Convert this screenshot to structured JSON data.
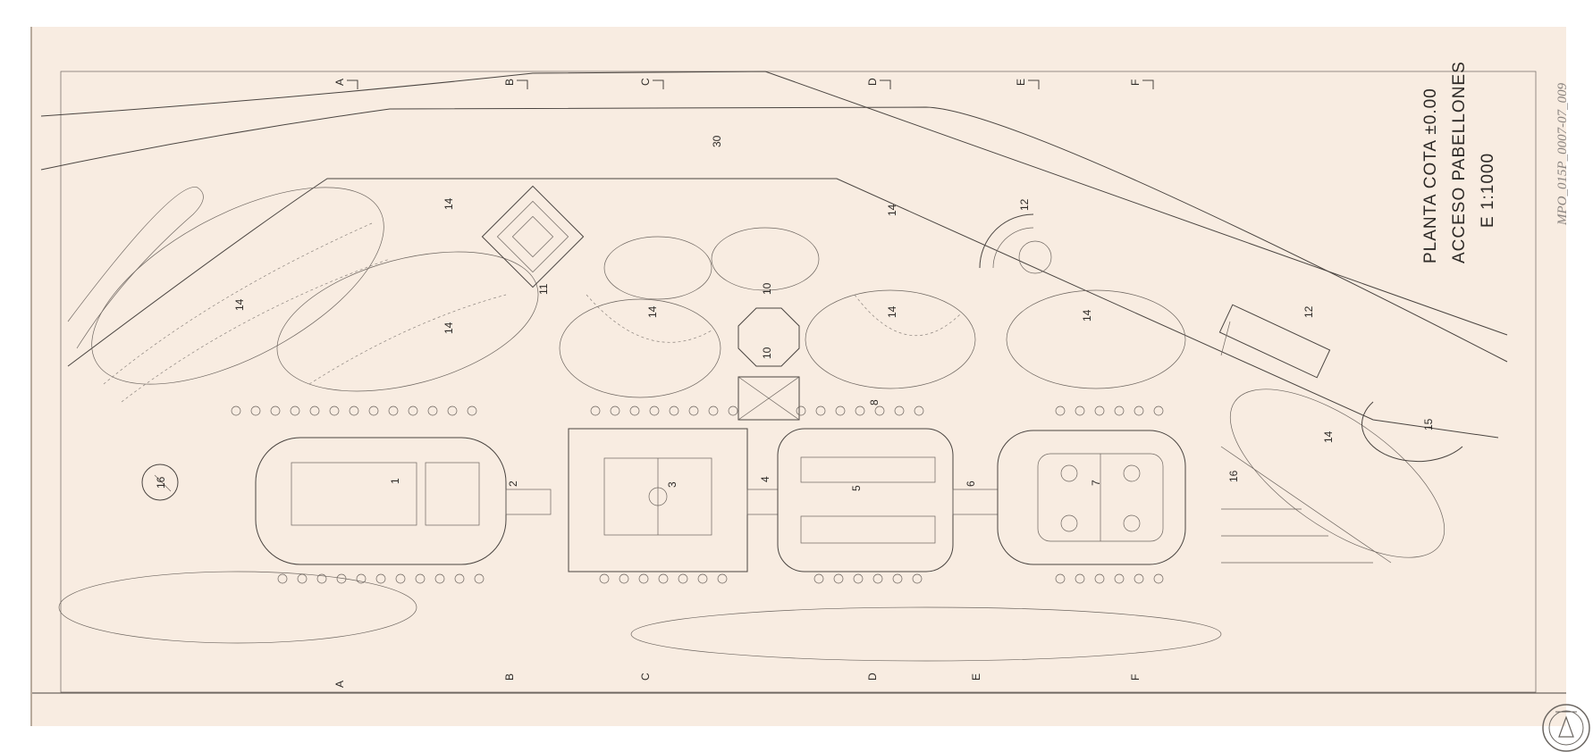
{
  "title_block": {
    "line1": "PLANTA  COTA  ±0.00",
    "line2": "ACCESO  PABELLONES",
    "line3": "E  1:1000"
  },
  "archive_ref": "MPO_015P_0007-07_009",
  "section_marks_top": [
    "A",
    "B",
    "C",
    "D",
    "E",
    "F"
  ],
  "section_marks_bottom": [
    "A",
    "B",
    "C",
    "D",
    "E",
    "F"
  ],
  "zone_labels": {
    "road": "30",
    "green_a": "14",
    "green_b": "14",
    "green_c": "14",
    "green_d": "14",
    "green_e": "14",
    "green_f": "14",
    "green_g": "14",
    "green_h": "14",
    "amph_12a": "12",
    "amph_12b": "12",
    "plaza_10a": "10",
    "plaza_10b": "10",
    "walk_11": "11",
    "pool_1": "1",
    "link_2": "2",
    "court_3": "3",
    "link_4": "4",
    "hall_5": "5",
    "link_6": "6",
    "rink_7": "7",
    "parking_16a": "16",
    "parking_16b": "16",
    "field_15": "15",
    "kiosk_8": "8"
  },
  "colors": {
    "paper": "#f8ece1",
    "ink": "#4a4440",
    "margin": "#ffffff"
  },
  "icons": {
    "stamp": "seal-stamp-icon"
  }
}
